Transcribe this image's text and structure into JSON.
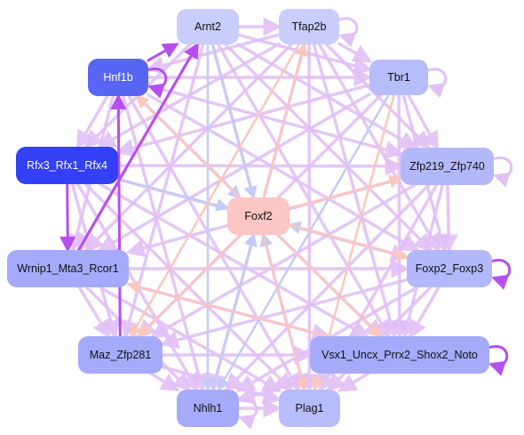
{
  "nodes": [
    {
      "id": "arnt2",
      "label": "Arnt2",
      "color": "#c9cdfc"
    },
    {
      "id": "tfap2b",
      "label": "Tfap2b",
      "color": "#c9cdfc"
    },
    {
      "id": "hnf1b",
      "label": "Hnf1b",
      "color": "#5966f4"
    },
    {
      "id": "tbr1",
      "label": "Tbr1",
      "color": "#b7bcfb"
    },
    {
      "id": "rfx",
      "label": "Rfx3_Rfx1_Rfx4",
      "color": "#3340f6"
    },
    {
      "id": "zfp219",
      "label": "Zfp219_Zfp740",
      "color": "#b3b8fb"
    },
    {
      "id": "foxf2",
      "label": "Foxf2",
      "color": "#fdc5c3"
    },
    {
      "id": "wrnip1",
      "label": "Wrnip1_Mta3_Rcor1",
      "color": "#a5abfa"
    },
    {
      "id": "foxp2",
      "label": "Foxp2_Foxp3",
      "color": "#b3b8fb"
    },
    {
      "id": "maz",
      "label": "Maz_Zfp281",
      "color": "#a5abfa"
    },
    {
      "id": "vsx1",
      "label": "Vsx1_Uncx_Prrx2_Shox2_Noto",
      "color": "#a5abfa"
    },
    {
      "id": "nhlh1",
      "label": "Nhlh1",
      "color": "#a5abfa"
    },
    {
      "id": "plag1",
      "label": "Plag1",
      "color": "#b7bcfb"
    }
  ],
  "edge_colors": {
    "default": "#e2c0f6",
    "strong": "#b74ef0",
    "blue": "#c4cbf6",
    "salmon": "#fcc6bd"
  },
  "edges": [
    [
      "hnf1b",
      "arnt2",
      "strong"
    ],
    [
      "rfx",
      "wrnip1",
      "strong"
    ],
    [
      "wrnip1",
      "arnt2",
      "strong"
    ],
    [
      "maz",
      "hnf1b",
      "strong"
    ],
    [
      "arnt2",
      "foxf2",
      "blue"
    ],
    [
      "hnf1b",
      "foxf2",
      "blue"
    ],
    [
      "nhlh1",
      "foxf2",
      "blue"
    ],
    [
      "plag1",
      "foxf2",
      "blue"
    ],
    [
      "rfx",
      "foxf2",
      "blue"
    ],
    [
      "foxp2",
      "foxf2",
      "blue"
    ],
    [
      "arnt2",
      "nhlh1",
      "blue"
    ],
    [
      "tbr1",
      "nhlh1",
      "blue"
    ],
    [
      "foxf2",
      "zfp219",
      "salmon"
    ],
    [
      "foxf2",
      "tfap2b",
      "salmon"
    ],
    [
      "foxf2",
      "foxp2",
      "salmon"
    ],
    [
      "foxf2",
      "vsx1",
      "salmon"
    ],
    [
      "foxf2",
      "hnf1b",
      "salmon"
    ],
    [
      "foxf2",
      "maz",
      "salmon"
    ],
    [
      "foxf2",
      "plag1",
      "salmon"
    ],
    [
      "tfap2b",
      "maz",
      "salmon"
    ],
    [
      "vsx1",
      "wrnip1",
      "salmon"
    ],
    [
      "tbr1",
      "plag1",
      "salmon"
    ],
    [
      "arnt2",
      "tfap2b",
      "default"
    ],
    [
      "arnt2",
      "tbr1",
      "default"
    ],
    [
      "arnt2",
      "zfp219",
      "default"
    ],
    [
      "arnt2",
      "foxp2",
      "default"
    ],
    [
      "arnt2",
      "vsx1",
      "default"
    ],
    [
      "arnt2",
      "maz",
      "default"
    ],
    [
      "arnt2",
      "plag1",
      "default"
    ],
    [
      "arnt2",
      "rfx",
      "default"
    ],
    [
      "arnt2",
      "wrnip1",
      "default"
    ],
    [
      "tfap2b",
      "tbr1",
      "default"
    ],
    [
      "tfap2b",
      "hnf1b",
      "default"
    ],
    [
      "tfap2b",
      "rfx",
      "default"
    ],
    [
      "tfap2b",
      "zfp219",
      "default"
    ],
    [
      "tfap2b",
      "wrnip1",
      "default"
    ],
    [
      "tfap2b",
      "foxp2",
      "default"
    ],
    [
      "tfap2b",
      "vsx1",
      "default"
    ],
    [
      "tfap2b",
      "nhlh1",
      "default"
    ],
    [
      "tfap2b",
      "plag1",
      "default"
    ],
    [
      "hnf1b",
      "rfx",
      "default"
    ],
    [
      "hnf1b",
      "tbr1",
      "default"
    ],
    [
      "hnf1b",
      "zfp219",
      "default"
    ],
    [
      "hnf1b",
      "wrnip1",
      "default"
    ],
    [
      "hnf1b",
      "foxp2",
      "default"
    ],
    [
      "hnf1b",
      "vsx1",
      "default"
    ],
    [
      "hnf1b",
      "nhlh1",
      "default"
    ],
    [
      "hnf1b",
      "plag1",
      "default"
    ],
    [
      "tbr1",
      "zfp219",
      "default"
    ],
    [
      "tbr1",
      "rfx",
      "default"
    ],
    [
      "tbr1",
      "wrnip1",
      "default"
    ],
    [
      "tbr1",
      "foxp2",
      "default"
    ],
    [
      "tbr1",
      "vsx1",
      "default"
    ],
    [
      "tbr1",
      "maz",
      "default"
    ],
    [
      "rfx",
      "zfp219",
      "default"
    ],
    [
      "rfx",
      "foxp2",
      "default"
    ],
    [
      "rfx",
      "vsx1",
      "default"
    ],
    [
      "rfx",
      "maz",
      "default"
    ],
    [
      "rfx",
      "nhlh1",
      "default"
    ],
    [
      "rfx",
      "plag1",
      "default"
    ],
    [
      "zfp219",
      "wrnip1",
      "default"
    ],
    [
      "zfp219",
      "foxp2",
      "default"
    ],
    [
      "zfp219",
      "vsx1",
      "default"
    ],
    [
      "zfp219",
      "maz",
      "default"
    ],
    [
      "zfp219",
      "nhlh1",
      "default"
    ],
    [
      "zfp219",
      "plag1",
      "default"
    ],
    [
      "wrnip1",
      "foxp2",
      "default"
    ],
    [
      "wrnip1",
      "vsx1",
      "default"
    ],
    [
      "wrnip1",
      "maz",
      "default"
    ],
    [
      "wrnip1",
      "nhlh1",
      "default"
    ],
    [
      "wrnip1",
      "plag1",
      "default"
    ],
    [
      "foxp2",
      "vsx1",
      "default"
    ],
    [
      "foxp2",
      "maz",
      "default"
    ],
    [
      "foxp2",
      "nhlh1",
      "default"
    ],
    [
      "foxp2",
      "plag1",
      "default"
    ],
    [
      "maz",
      "vsx1",
      "default"
    ],
    [
      "maz",
      "nhlh1",
      "default"
    ],
    [
      "maz",
      "plag1",
      "default"
    ],
    [
      "vsx1",
      "nhlh1",
      "default"
    ],
    [
      "vsx1",
      "plag1",
      "default"
    ],
    [
      "nhlh1",
      "plag1",
      "default"
    ]
  ],
  "self_loops": [
    {
      "node": "tfap2b",
      "side": "right",
      "type": "default"
    },
    {
      "node": "hnf1b",
      "side": "right",
      "type": "strong"
    },
    {
      "node": "tbr1",
      "side": "right",
      "type": "default"
    },
    {
      "node": "zfp219",
      "side": "right",
      "type": "default"
    },
    {
      "node": "foxp2",
      "side": "right",
      "type": "strong"
    },
    {
      "node": "vsx1",
      "side": "right",
      "type": "strong"
    },
    {
      "node": "nhlh1",
      "side": "right",
      "type": "default"
    }
  ]
}
